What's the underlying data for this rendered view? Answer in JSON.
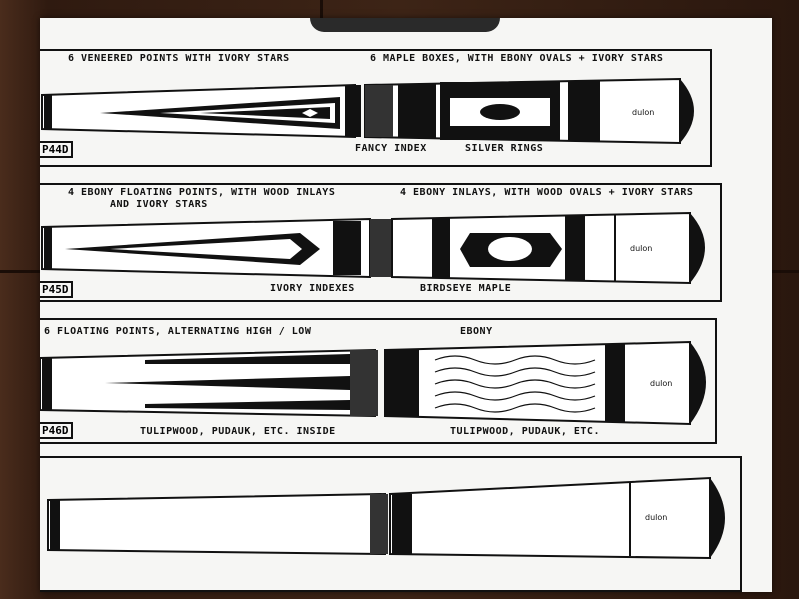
{
  "cues": [
    {
      "code": "P44D",
      "labels": [
        "6 Veneered Points with Ivory Stars",
        "6 Maple Boxes, with Ebony Ovals + Ivory Stars",
        "Fancy Index",
        "Silver Rings"
      ]
    },
    {
      "code": "P45D",
      "labels": [
        "4 Ebony Floating Points, with Wood Inlays",
        "and Ivory Stars",
        "4 Ebony Inlays, with Wood Ovals + Ivory Stars",
        "Ivory Indexes",
        "Birdseye Maple"
      ]
    },
    {
      "code": "P46D",
      "labels": [
        "6 Floating Points, Alternating High / Low",
        "Ebony",
        "Tulipwood, Pudauk, etc. Inside",
        "Tulipwood, Pudauk, etc."
      ]
    }
  ]
}
